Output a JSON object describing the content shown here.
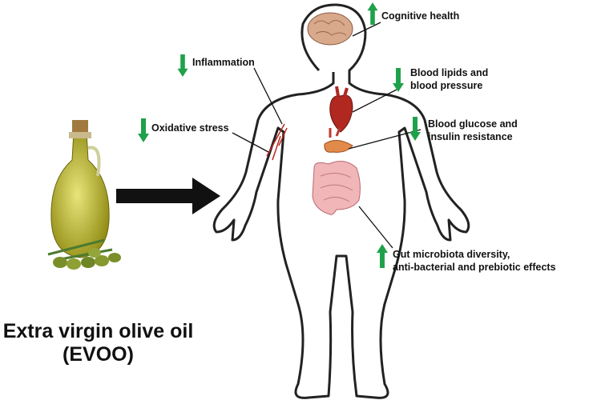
{
  "product": {
    "title_line1": "Extra virgin olive oil",
    "title_line2": "(EVOO)"
  },
  "effects": [
    {
      "label_line1": "Cognitive health",
      "label_line2": "",
      "direction": "up",
      "icon": "arrow-up-icon"
    },
    {
      "label_line1": "Inflammation",
      "label_line2": "",
      "direction": "down",
      "icon": "arrow-down-icon"
    },
    {
      "label_line1": "Blood lipids and",
      "label_line2": "blood pressure",
      "direction": "down",
      "icon": "arrow-down-icon"
    },
    {
      "label_line1": "Oxidative stress",
      "label_line2": "",
      "direction": "down",
      "icon": "arrow-down-icon"
    },
    {
      "label_line1": "Blood glucose and",
      "label_line2": "insulin resistance",
      "direction": "down",
      "icon": "arrow-down-icon"
    },
    {
      "label_line1": "Gut microbiota diversity,",
      "label_line2": "anti-bacterial and prebiotic effects",
      "direction": "up",
      "icon": "arrow-up-icon"
    }
  ],
  "colors": {
    "arrow_green": "#1fa14a",
    "outline": "#222222",
    "oil": "#b9b42a"
  }
}
